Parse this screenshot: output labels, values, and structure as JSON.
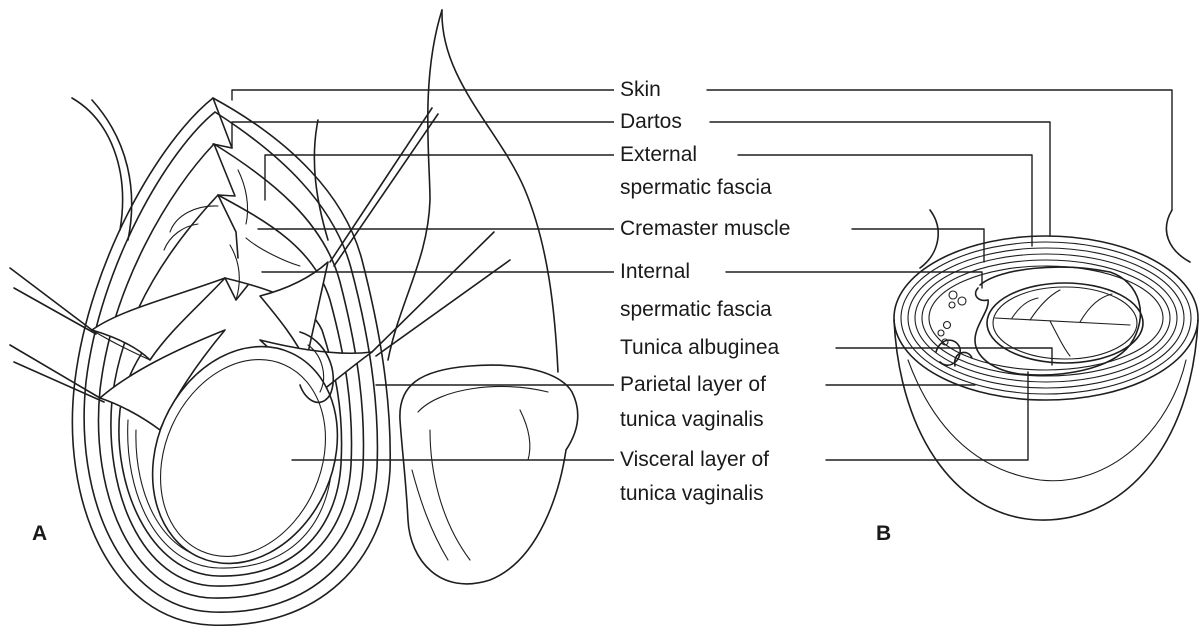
{
  "panels": {
    "a": "A",
    "b": "B"
  },
  "labels": {
    "skin": "Skin",
    "dartos": "Dartos",
    "external_l1": "External",
    "external_l2": "spermatic fascia",
    "cremaster": "Cremaster muscle",
    "internal_l1": "Internal",
    "internal_l2": "spermatic fascia",
    "tunica_albuginea": "Tunica albuginea",
    "parietal_l1": "Parietal layer of",
    "parietal_l2": "tunica vaginalis",
    "visceral_l1": "Visceral layer of",
    "visceral_l2": "tunica vaginalis"
  }
}
